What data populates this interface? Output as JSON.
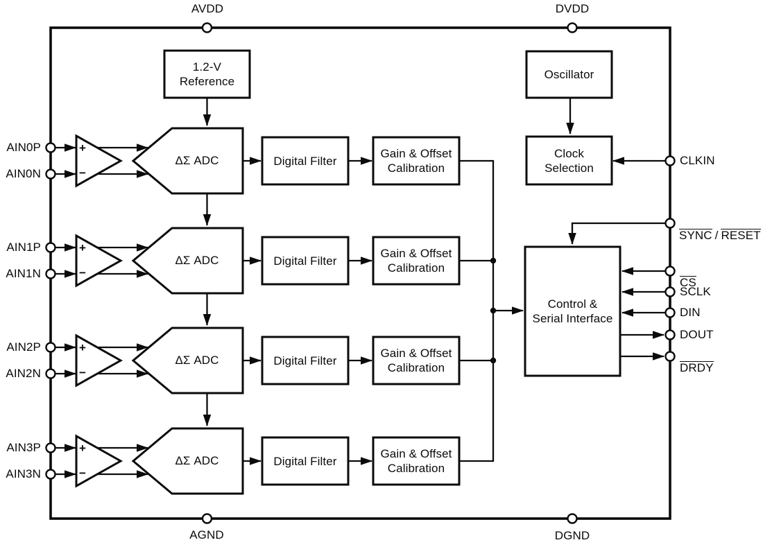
{
  "power_pins": {
    "avdd": "AVDD",
    "dvdd": "DVDD",
    "agnd": "AGND",
    "dgnd": "DGND"
  },
  "blocks": {
    "reference": "1.2-V\nReference",
    "oscillator": "Oscillator",
    "clock_selection": "Clock\nSelection",
    "control_serial": "Control &\nSerial Interface"
  },
  "amp": {
    "plus": "+",
    "minus": "−"
  },
  "channels": [
    {
      "input_p": "AIN0P",
      "input_n": "AIN0N",
      "adc": "ΔΣ ADC",
      "filter": "Digital Filter",
      "calibration": "Gain & Offset\nCalibration"
    },
    {
      "input_p": "AIN1P",
      "input_n": "AIN1N",
      "adc": "ΔΣ ADC",
      "filter": "Digital Filter",
      "calibration": "Gain & Offset\nCalibration"
    },
    {
      "input_p": "AIN2P",
      "input_n": "AIN2N",
      "adc": "ΔΣ ADC",
      "filter": "Digital Filter",
      "calibration": "Gain & Offset\nCalibration"
    },
    {
      "input_p": "AIN3P",
      "input_n": "AIN3N",
      "adc": "ΔΣ ADC",
      "filter": "Digital Filter",
      "calibration": "Gain & Offset\nCalibration"
    }
  ],
  "serial_pins": {
    "clkin": "CLKIN",
    "sync": "SYNC",
    "sync_reset_separator": "/",
    "reset": "RESET",
    "cs": "CS",
    "sclk": "SCLK",
    "din": "DIN",
    "dout": "DOUT",
    "drdy": "DRDY"
  },
  "colors": {
    "line": "#0b0b0b",
    "background": "#ffffff"
  }
}
